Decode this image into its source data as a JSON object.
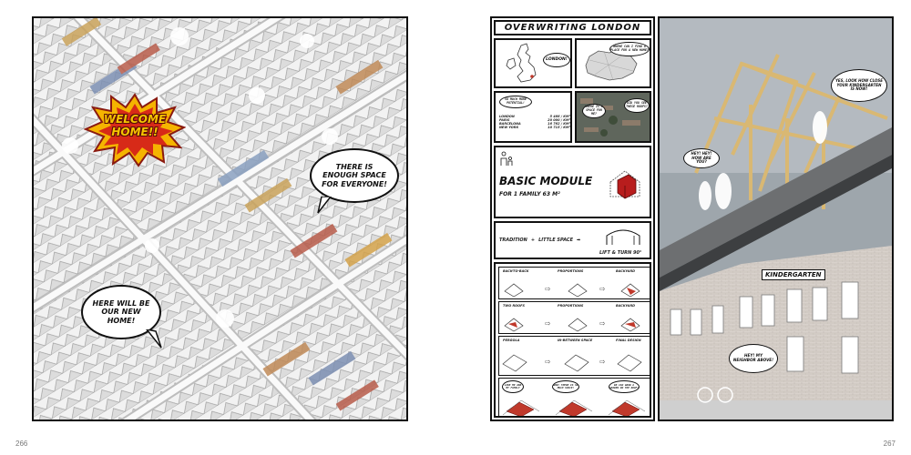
{
  "page_numbers": {
    "left": "266",
    "right": "267"
  },
  "left": {
    "welcome_line1": "WELCOME",
    "welcome_line2": "HOME!!",
    "bubble_space": "THERE IS ENOUGH SPACE FOR EVERYONE!",
    "bubble_home": "HERE WILL BE OUR NEW HOME!"
  },
  "right": {
    "title": "OVERWRITING LONDON",
    "map_label": "LONDON!",
    "map_bubble": "WHERE CAN I FIND A PLACE FOR A NEW HOME?",
    "density_bubble": "SO MUCH MORE POTENTIAL!",
    "density_rows": [
      {
        "city": "LONDON",
        "value": "5 466 / KM²"
      },
      {
        "city": "PARIS",
        "value": "20 000 / KM²"
      },
      {
        "city": "BARCELONA",
        "value": "16 762 / KM²"
      },
      {
        "city": "NEW YORK",
        "value": "10 715 / KM²"
      }
    ],
    "aerial_bubble_left": "WHERE IS A SPACE FOR ME?",
    "aerial_bubble_right": "DID YOU SEE THESE ROOFS?",
    "module_title": "BASIC MODULE",
    "module_subtitle": "FOR 1 FAMILY 63 M²",
    "tradition": "TRADITION",
    "little_space": "LITTLE SPACE",
    "lift_turn": "LIFT & TURN 90°",
    "diag_rows": [
      {
        "a": "BACK-TO-BACK",
        "b": "PROPORTIONS",
        "c": "BACKYARD"
      },
      {
        "a": "TWO ROOFS",
        "b": "PROPORTIONS",
        "c": "BACKYARD"
      },
      {
        "a": "PERGOLA",
        "b": "IN-BETWEEN SPACE",
        "c": "FINAL DESIGN"
      }
    ],
    "final_bubbles": [
      "LIKE ME AND MY FAMILY",
      "WOW! THERE IS SO MUCH SPACE!",
      "WE CAN GROW A GARDEN ON THE ROOF!"
    ],
    "bubble_kinder": "YES, LOOK HOW CLOSE YOUR KINDERGARTEN IS NOW!",
    "bubble_hey_neighbor": "HEY! HEY! HOW ARE YOU?",
    "kindergarten_sign": "KINDERGARTEN",
    "bubble_street": "HEY! MY NEIGHBOR ABOVE!"
  },
  "colors": {
    "accent_red": "#c0392b",
    "wood": "#d9b873",
    "brick": "#8b8b8b"
  }
}
